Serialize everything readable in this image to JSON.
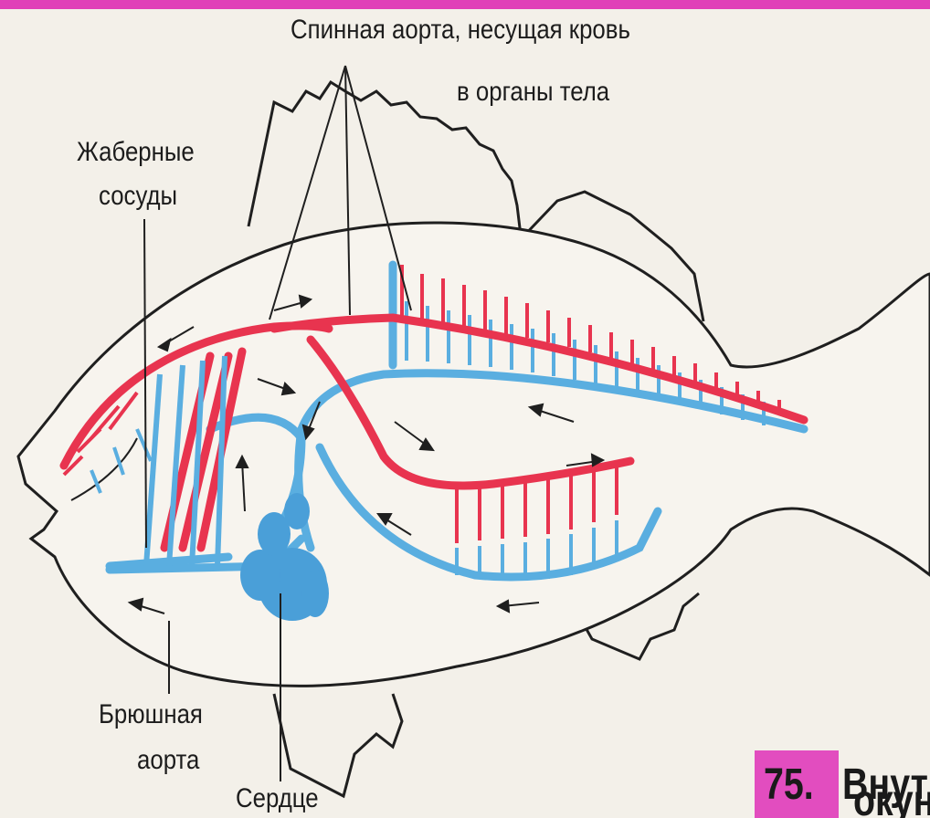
{
  "labels": {
    "dorsal_aorta": "Спинная аорта, несущая кровь",
    "dorsal_aorta_2": "в органы тела",
    "gill_vessels": "Жаберные",
    "gill_vessels_2": "сосуды",
    "ventral_aorta": "Брюшная",
    "ventral_aorta_2": "аорта",
    "heart": "Сердце"
  },
  "figure": {
    "number": "75.",
    "caption_line1": "Внутр",
    "caption_line2": "окун"
  },
  "colors": {
    "arterial": "#e8344f",
    "venous": "#5aaee0",
    "heart": "#4a9fd8",
    "outline": "#1f1f1f",
    "badge": "#e24dbf"
  }
}
